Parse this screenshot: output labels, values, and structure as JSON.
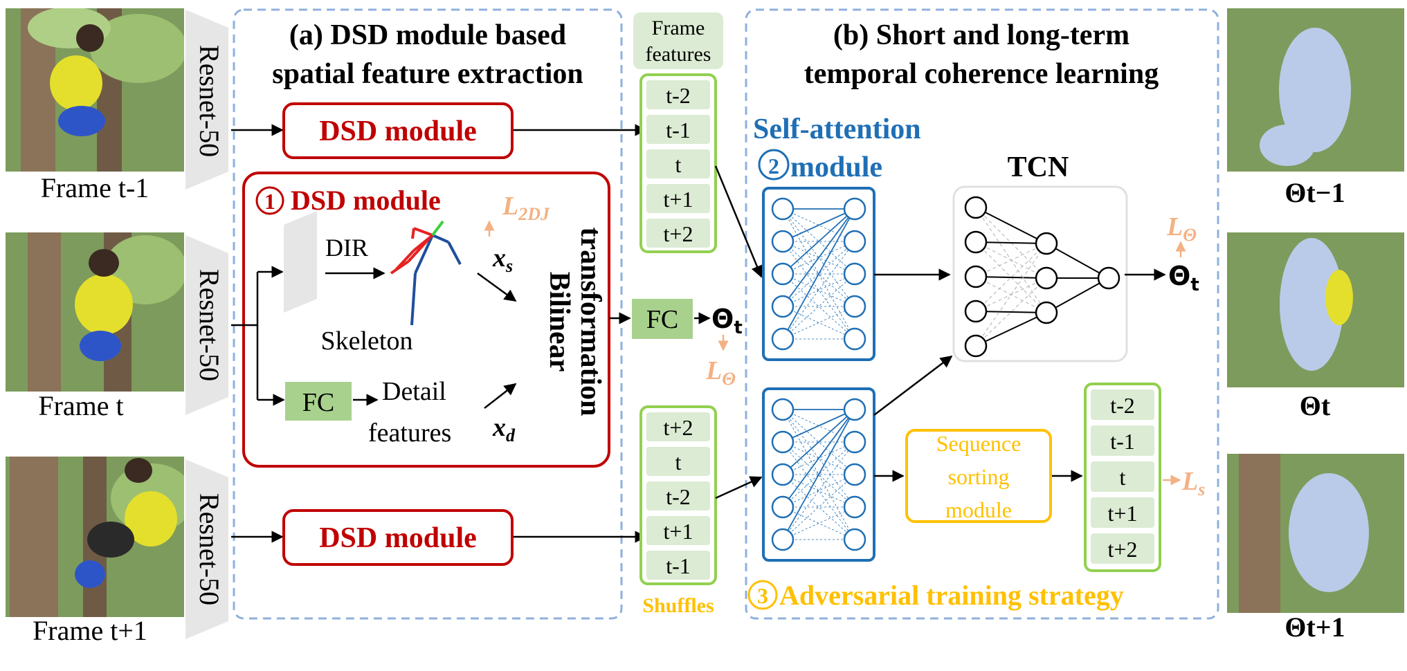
{
  "colors": {
    "red": "#c00000",
    "blue": "#1f6fb5",
    "green": "#92d050",
    "orange": "#f4b183",
    "yellow": "#ffc000",
    "fill_green": "#dcebd3",
    "fc_green": "#a9d18e",
    "dash_blue": "#8fb0dc"
  },
  "frames": [
    {
      "label": "Frame t-1",
      "backbone": "Resnet-50",
      "output": "Θt−1"
    },
    {
      "label": "Frame t",
      "backbone": "Resnet-50",
      "output": "Θt"
    },
    {
      "label": "Frame t+1",
      "backbone": "Resnet-50",
      "output": "Θt+1"
    }
  ],
  "panel_a": {
    "title_line1": "(a) DSD module based",
    "title_line2": "spatial feature extraction",
    "dsd_top": "DSD module",
    "dsd_bottom": "DSD module",
    "dsd_detail_num": "1",
    "dsd_detail_title": "DSD module",
    "dir": "DIR",
    "skeleton": "Skeleton",
    "fc": "FC",
    "detail_line1": "Detail",
    "detail_line2": "features",
    "xs": "x",
    "xs_sub": "s",
    "xd": "x",
    "xd_sub": "d",
    "l2dj": "L",
    "l2dj_sub": "2DJ",
    "bilinear_line1": "Bilinear",
    "bilinear_line2": "transformation"
  },
  "middle": {
    "frame_features_line1": "Frame",
    "frame_features_line2": "features",
    "features": [
      "t-2",
      "t-1",
      "t",
      "t+1",
      "t+2"
    ],
    "fc": "FC",
    "theta_t": "Θ",
    "theta_sub": "t",
    "l_theta": "L",
    "l_theta_sub": "Θ",
    "shuffled": [
      "t+2",
      "t",
      "t-2",
      "t+1",
      "t-1"
    ],
    "shuffles_label": "Shuffles"
  },
  "panel_b": {
    "title_line1": "(b) Short and long-term",
    "title_line2": "temporal coherence learning",
    "sa_line1": "Self-attention",
    "sa_num": "2",
    "sa_line2": "module",
    "tcn": "TCN",
    "theta_t": "Θ",
    "theta_sub": "t",
    "l_theta": "L",
    "l_theta_sub": "Θ",
    "sort_line1": "Sequence",
    "sort_line2": "sorting",
    "sort_line3": "module",
    "sorted": [
      "t-2",
      "t-1",
      "t",
      "t+1",
      "t+2"
    ],
    "ls": "L",
    "ls_sub": "s",
    "adv_num": "3",
    "adv_label": "Adversarial training strategy"
  }
}
